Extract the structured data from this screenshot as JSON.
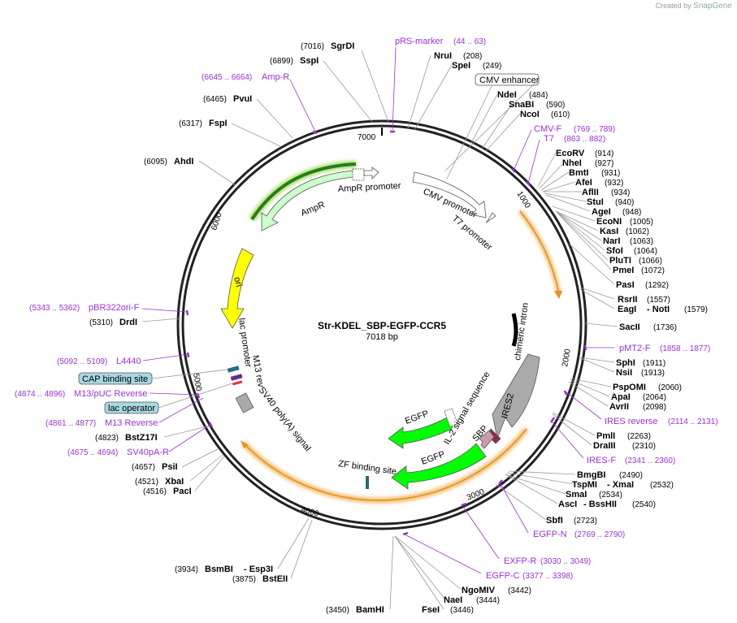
{
  "credit": {
    "prefix": "Created by",
    "brand": "SnapGene"
  },
  "plasmid": {
    "name": "Str-KDEL_SBP-EGFP-CCR5",
    "length_label": "7018 bp"
  },
  "ticks": [
    {
      "label": "1000",
      "pos": 1000
    },
    {
      "label": "2000",
      "pos": 2000
    },
    {
      "label": "3000",
      "pos": 3000
    },
    {
      "label": "4000",
      "pos": 4000
    },
    {
      "label": "5000",
      "pos": 5000
    },
    {
      "label": "6000",
      "pos": 6000
    },
    {
      "label": "7000",
      "pos": 7000
    }
  ],
  "sites": [
    {
      "name": "SgrDI",
      "pos": "(7016)"
    },
    {
      "name": "SspI",
      "pos": "(6899)"
    },
    {
      "name": "PvuI",
      "pos": "(6465)"
    },
    {
      "name": "FspI",
      "pos": "(6317)"
    },
    {
      "name": "AhdI",
      "pos": "(6095)"
    },
    {
      "name": "DrdI",
      "pos": "(5310)"
    },
    {
      "name": "BstZ17I",
      "pos": "(4823)"
    },
    {
      "name": "PsiI",
      "pos": "(4657)"
    },
    {
      "name": "XbaI",
      "pos": "(4521)"
    },
    {
      "name": "PacI",
      "pos": "(4516)"
    },
    {
      "name": "BsmBI",
      "pos": "(3934)",
      "extra": "- Esp3I"
    },
    {
      "name": "BstEII",
      "pos": "(3875)"
    },
    {
      "name": "BamHI",
      "pos": "(3450)"
    },
    {
      "name": "FseI",
      "pos": "(3446)"
    },
    {
      "name": "NaeI",
      "pos": "(3444)"
    },
    {
      "name": "NgoMIV",
      "pos": "(3442)"
    },
    {
      "name": "SbfI",
      "pos": "(2723)"
    },
    {
      "name": "AscI",
      "pos": "(2540)",
      "extra": "- BssHII"
    },
    {
      "name": "SmaI",
      "pos": "(2534)"
    },
    {
      "name": "TspMI",
      "pos": "(2532)",
      "extra": "- XmaI"
    },
    {
      "name": "BmgBI",
      "pos": "(2490)"
    },
    {
      "name": "DraIII",
      "pos": "(2310)"
    },
    {
      "name": "PmlI",
      "pos": "(2263)"
    },
    {
      "name": "AvrII",
      "pos": "(2098)"
    },
    {
      "name": "ApaI",
      "pos": "(2064)"
    },
    {
      "name": "PspOMI",
      "pos": "(2060)"
    },
    {
      "name": "NsiI",
      "pos": "(1913)"
    },
    {
      "name": "SphI",
      "pos": "(1911)"
    },
    {
      "name": "SacII",
      "pos": "(1736)"
    },
    {
      "name": "EagI",
      "pos": "(1579)",
      "extra": "- NotI"
    },
    {
      "name": "RsrII",
      "pos": "(1557)"
    },
    {
      "name": "PasI",
      "pos": "(1292)"
    },
    {
      "name": "PmeI",
      "pos": "(1072)"
    },
    {
      "name": "PluTI",
      "pos": "(1066)"
    },
    {
      "name": "SfoI",
      "pos": "(1064)"
    },
    {
      "name": "NarI",
      "pos": "(1063)"
    },
    {
      "name": "KasI",
      "pos": "(1062)"
    },
    {
      "name": "EcoNI",
      "pos": "(1005)"
    },
    {
      "name": "AgeI",
      "pos": "(948)"
    },
    {
      "name": "StuI",
      "pos": "(940)"
    },
    {
      "name": "AflII",
      "pos": "(934)"
    },
    {
      "name": "AfeI",
      "pos": "(932)"
    },
    {
      "name": "BmtI",
      "pos": "(931)"
    },
    {
      "name": "NheI",
      "pos": "(927)"
    },
    {
      "name": "EcoRV",
      "pos": "(914)"
    },
    {
      "name": "NcoI",
      "pos": "(610)"
    },
    {
      "name": "SnaBI",
      "pos": "(590)"
    },
    {
      "name": "NdeI",
      "pos": "(484)"
    },
    {
      "name": "SpeI",
      "pos": "(249)"
    },
    {
      "name": "NruI",
      "pos": "(208)"
    }
  ],
  "primers": [
    {
      "name": "pRS-marker",
      "range": "(44 .. 63)"
    },
    {
      "name": "Amp-R",
      "range": "(6645 .. 6664)"
    },
    {
      "name": "pBR322ori-F",
      "range": "(5343 .. 5362)"
    },
    {
      "name": "L4440",
      "range": "(5092 .. 5109)"
    },
    {
      "name": "M13/pUC Reverse",
      "range": "(4874 .. 4896)"
    },
    {
      "name": "M13 Reverse",
      "range": "(4861 .. 4877)"
    },
    {
      "name": "SV40pA-R",
      "range": "(4675 .. 4694)"
    },
    {
      "name": "EGFP-N",
      "range": "(2769 .. 2790)"
    },
    {
      "name": "EXFP-R",
      "range": "(3030 .. 3049)"
    },
    {
      "name": "EGFP-C",
      "range": "(3377 .. 3398)"
    },
    {
      "name": "IRES-F",
      "range": "(2341 .. 2360)"
    },
    {
      "name": "IRES reverse",
      "range": "(2114 .. 2131)"
    },
    {
      "name": "pMT2-F",
      "range": "(1858 .. 1877)"
    },
    {
      "name": "CMV-F",
      "range": "(769 .. 789)"
    },
    {
      "name": "T7",
      "range": "(863 .. 882)"
    }
  ],
  "boxed_labels": [
    "CMV enhancer",
    "CAP binding site",
    "lac operator"
  ],
  "features": [
    "AmpR promoter",
    "AmpR",
    "ori",
    "lac promoter",
    "M13 rev",
    "SV40 poly(A) signal",
    "CMV promoter",
    "T7 promoter",
    "chimeric intron",
    "IRES2",
    "IL-2 signal sequence",
    "SBP",
    "EGFP",
    "EGFP",
    "ZF binding site"
  ],
  "colors": {
    "ampr": "#ccffcc",
    "ori": "#ffff00",
    "egfp": "#00ff00",
    "ires": "#aaaaaa",
    "sbp": "#cc99aa",
    "primer": "#9b30d9",
    "cap": "#a8d8e0"
  }
}
